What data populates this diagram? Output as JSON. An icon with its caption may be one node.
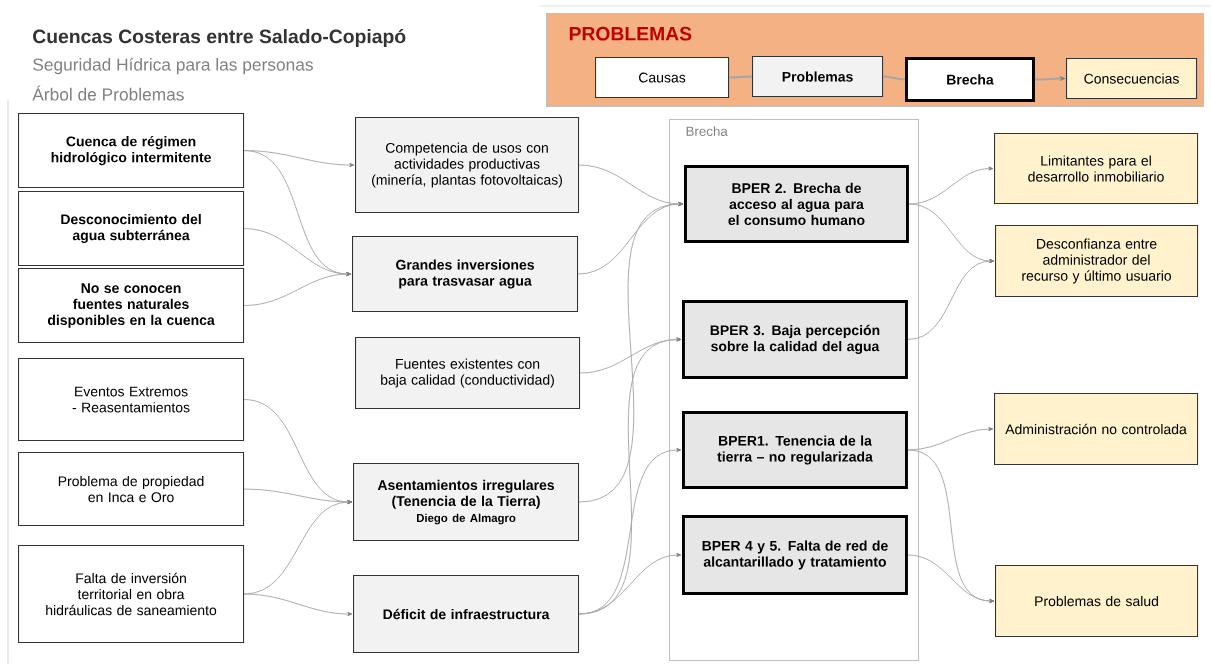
{
  "diagram": {
    "title": "Cuencas Costeras entre Salado-Copiapó",
    "nodes": [
      {
        "text": [
          "PROBLEMAS"
        ]
      },
      {
        "text": [
          "Causas"
        ],
        "in": 0
      },
      {
        "text": [
          "Problemas"
        ],
        "in": 0
      },
      {
        "text": [
          "Brecha"
        ],
        "in": 0
      },
      {
        "text": [
          "Consecuencias"
        ],
        "in": 0
      },
      {
        "text": [
          "Cuenca de régimen hidrológico intermitente"
        ]
      },
      {
        "text": [
          "Desconocimiento del agua subterránea"
        ]
      },
      {
        "text": [
          "No se conocen fuentes naturales disponibles en la cuenca"
        ]
      },
      {
        "text": [
          "Eventos Extremos - Reasentamientos"
        ]
      },
      {
        "text": [
          "Problema de propiedad en Inca e Oro"
        ]
      },
      {
        "text": [
          "Falta de inversión territorial en obra hidráulicas de saneamiento"
        ]
      },
      {
        "text": [
          "Competencia de usos con actividades productivas (minería, plantas fotovoltaicas)"
        ]
      },
      {
        "text": [
          "Grandes inversiones para trasvasar agua"
        ]
      },
      {
        "text": [
          "Fuentes existentes con baja calidad (conductividad)"
        ]
      },
      {
        "text": [
          "Asentamientos irregulares (Tenencia de la Tierra)",
          "Diego de Almagro"
        ]
      },
      {
        "text": [
          "Déficit de infraestructura"
        ]
      },
      {
        "text": [
          "Brecha"
        ]
      },
      {
        "text": [
          "BPER 2. Brecha de acceso al agua para el consumo humano"
        ],
        "in": 16
      },
      {
        "text": [
          "BPER 3. Baja percepción sobre la calidad del agua"
        ],
        "in": 16
      },
      {
        "text": [
          "BPER1. Tenencia de la tierra – no regularizada"
        ],
        "in": 16
      },
      {
        "text": [
          "BPER 4 y 5. Falta de red de alcantarillado y tratamiento"
        ],
        "in": 16
      },
      {
        "text": [
          "Limitantes para el desarrollo inmobiliario"
        ]
      },
      {
        "text": [
          "Desconfianza entre administrador del recurso y último usuario"
        ]
      },
      {
        "text": [
          "Administración no controlada"
        ]
      },
      {
        "text": [
          "Problemas de salud"
        ]
      }
    ],
    "edges": [
      {
        "from": 1,
        "to": 2,
        "arrow": "none"
      },
      {
        "from": 2,
        "to": 3,
        "arrow": "none"
      },
      {
        "from": 3,
        "to": 4,
        "arrow": "to"
      },
      {
        "from": 5,
        "to": 11,
        "arrow": "to"
      },
      {
        "from": 5,
        "to": 12,
        "arrow": "to"
      },
      {
        "from": 6,
        "to": 12,
        "arrow": "to"
      },
      {
        "from": 7,
        "to": 12,
        "arrow": "to"
      },
      {
        "from": 8,
        "to": 14,
        "arrow": "to"
      },
      {
        "from": 9,
        "to": 14,
        "arrow": "to"
      },
      {
        "from": 10,
        "to": 14,
        "arrow": "to"
      },
      {
        "from": 10,
        "to": 15,
        "arrow": "to"
      },
      {
        "from": 11,
        "to": 17,
        "arrow": "to"
      },
      {
        "from": 12,
        "to": 17,
        "arrow": "to"
      },
      {
        "from": 13,
        "to": 18,
        "arrow": "to"
      },
      {
        "from": 14,
        "to": 17,
        "arrow": "to"
      },
      {
        "from": 15,
        "to": 18,
        "arrow": "to"
      },
      {
        "from": 15,
        "to": 19,
        "arrow": "to"
      },
      {
        "from": 15,
        "to": 20,
        "arrow": "to"
      },
      {
        "from": 17,
        "to": 21,
        "arrow": "to"
      },
      {
        "from": 17,
        "to": 22,
        "arrow": "to"
      },
      {
        "from": 18,
        "to": 22,
        "arrow": "to"
      },
      {
        "from": 19,
        "to": 23,
        "arrow": "to"
      },
      {
        "from": 19,
        "to": 24,
        "arrow": "to"
      },
      {
        "from": 20,
        "to": 24,
        "arrow": "to"
      }
    ],
    "labels": [
      "Seguridad Hídrica para las personas",
      "Árbol de Problemas"
    ]
  }
}
